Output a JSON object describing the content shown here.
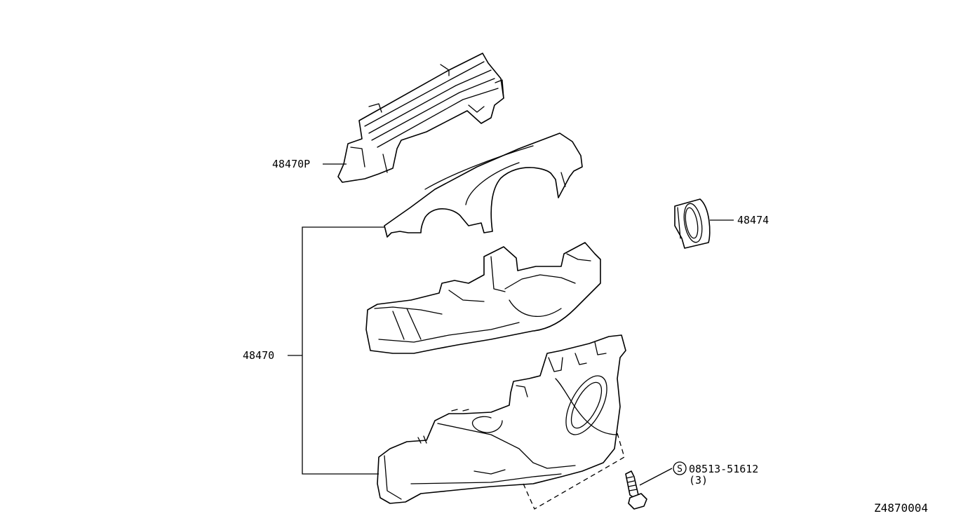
{
  "parts": {
    "upper_bracket": {
      "label": "48470P"
    },
    "column_cover_upper": {
      "label": "48470"
    },
    "ring": {
      "label": "48474"
    },
    "screw": {
      "code_symbol": "S",
      "part_number": "08513-51612",
      "quantity": "(3)"
    }
  },
  "diagram_id": "Z4870004",
  "colors": {
    "line": "#000000",
    "background": "#ffffff"
  }
}
